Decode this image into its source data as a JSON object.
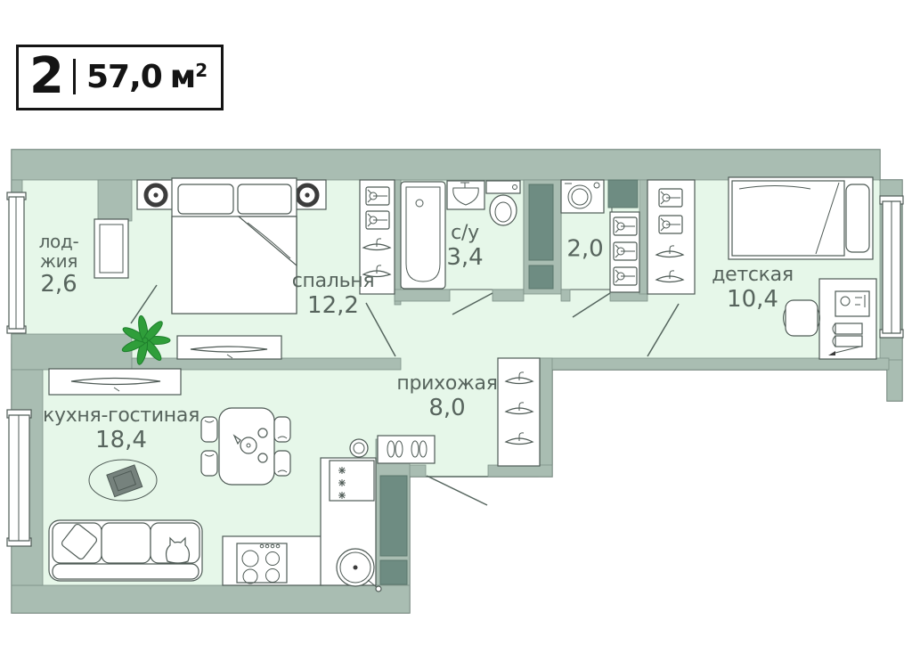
{
  "badge": {
    "rooms_count": "2",
    "area_value": "57,0",
    "area_unit": "м",
    "area_exponent": "2"
  },
  "rooms": {
    "loggia": {
      "name_line1": "лод-",
      "name_line2": "жия",
      "area": "2,6"
    },
    "bedroom": {
      "name": "спальня",
      "area": "12,2"
    },
    "bathroom": {
      "name": "с/у",
      "area": "3,4"
    },
    "laundry": {
      "area": "2,0"
    },
    "kids_room": {
      "name": "детская",
      "area": "10,4"
    },
    "hallway": {
      "name": "прихожая",
      "area": "8,0"
    },
    "kitchen_living": {
      "name": "кухня-гостиная",
      "area": "18,4"
    }
  },
  "colors": {
    "wall": "#a9bdb2",
    "wall_stroke": "#7d9188",
    "floor": "#e6f7e9",
    "tile": "#f2faf3",
    "tile_line": "#ffffff",
    "shaft": "#6e8c82",
    "shaft_stroke": "#5a766c",
    "outline": "#4e5a55",
    "line": "#55655e",
    "label_text": "#57645d",
    "plant": "#2f9e3a",
    "plant_stroke": "#1e7e2c",
    "side_table": "#76827d",
    "badge_ink": "#141414"
  }
}
